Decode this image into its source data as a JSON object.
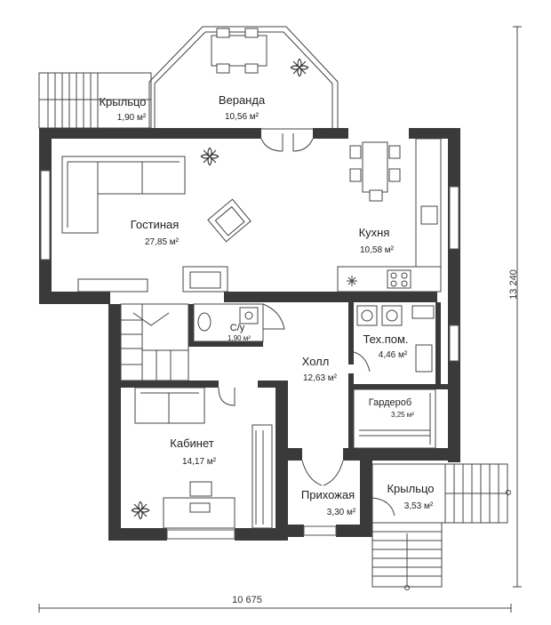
{
  "rooms": {
    "porch_top": {
      "name": "Крыльцо",
      "area": "1,90 м²"
    },
    "veranda": {
      "name": "Веранда",
      "area": "10,56 м²"
    },
    "living": {
      "name": "Гостиная",
      "area": "27,85 м²"
    },
    "kitchen": {
      "name": "Кухня",
      "area": "10,58 м²"
    },
    "wc": {
      "name": "С/у",
      "area": "1,90 м²"
    },
    "tech": {
      "name": "Тех.пом.",
      "area": "4,46 м²"
    },
    "hall": {
      "name": "Холл",
      "area": "12,63 м²"
    },
    "wardrobe": {
      "name": "Гардероб",
      "area": "3,25 м²"
    },
    "study": {
      "name": "Кабинет",
      "area": "14,17 м²"
    },
    "entry": {
      "name": "Прихожая",
      "area": "3,30 м²"
    },
    "porch_bottom": {
      "name": "Крыльцо",
      "area": "3,53 м²"
    }
  },
  "dimensions": {
    "width": "10 675",
    "height": "13 240"
  },
  "colors": {
    "wall": "#3a3a3a",
    "line": "#444444",
    "background": "#ffffff"
  }
}
